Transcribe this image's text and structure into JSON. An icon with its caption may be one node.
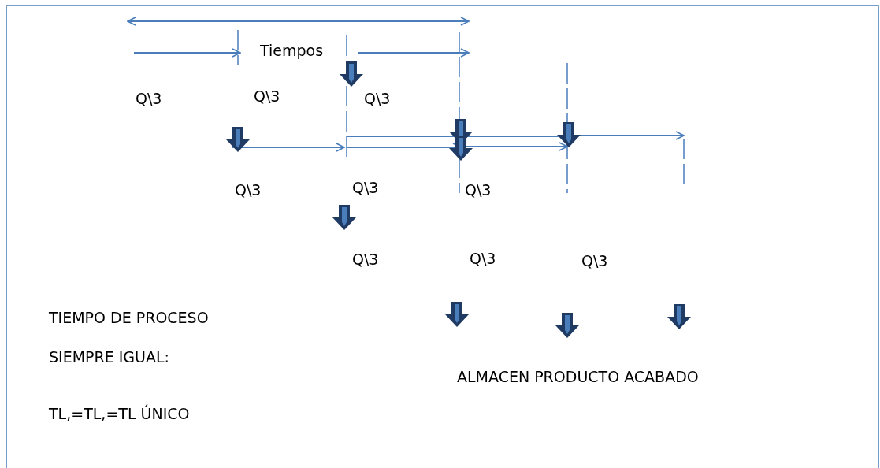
{
  "diagram": {
    "labels": [
      "Tiempos",
      "Q\\3",
      "Q\\3",
      "Q\\3",
      "Q\\3",
      "Q\\3",
      "Q\\3",
      "Q\\3",
      "Q\\3",
      "Q\\3",
      "TIEMPO DE PROCESO",
      "SIEMPRE IGUAL:",
      "ALMACEN PRODUCTO ACABADO",
      "TL,=TL,=TL ÚNICO"
    ]
  }
}
